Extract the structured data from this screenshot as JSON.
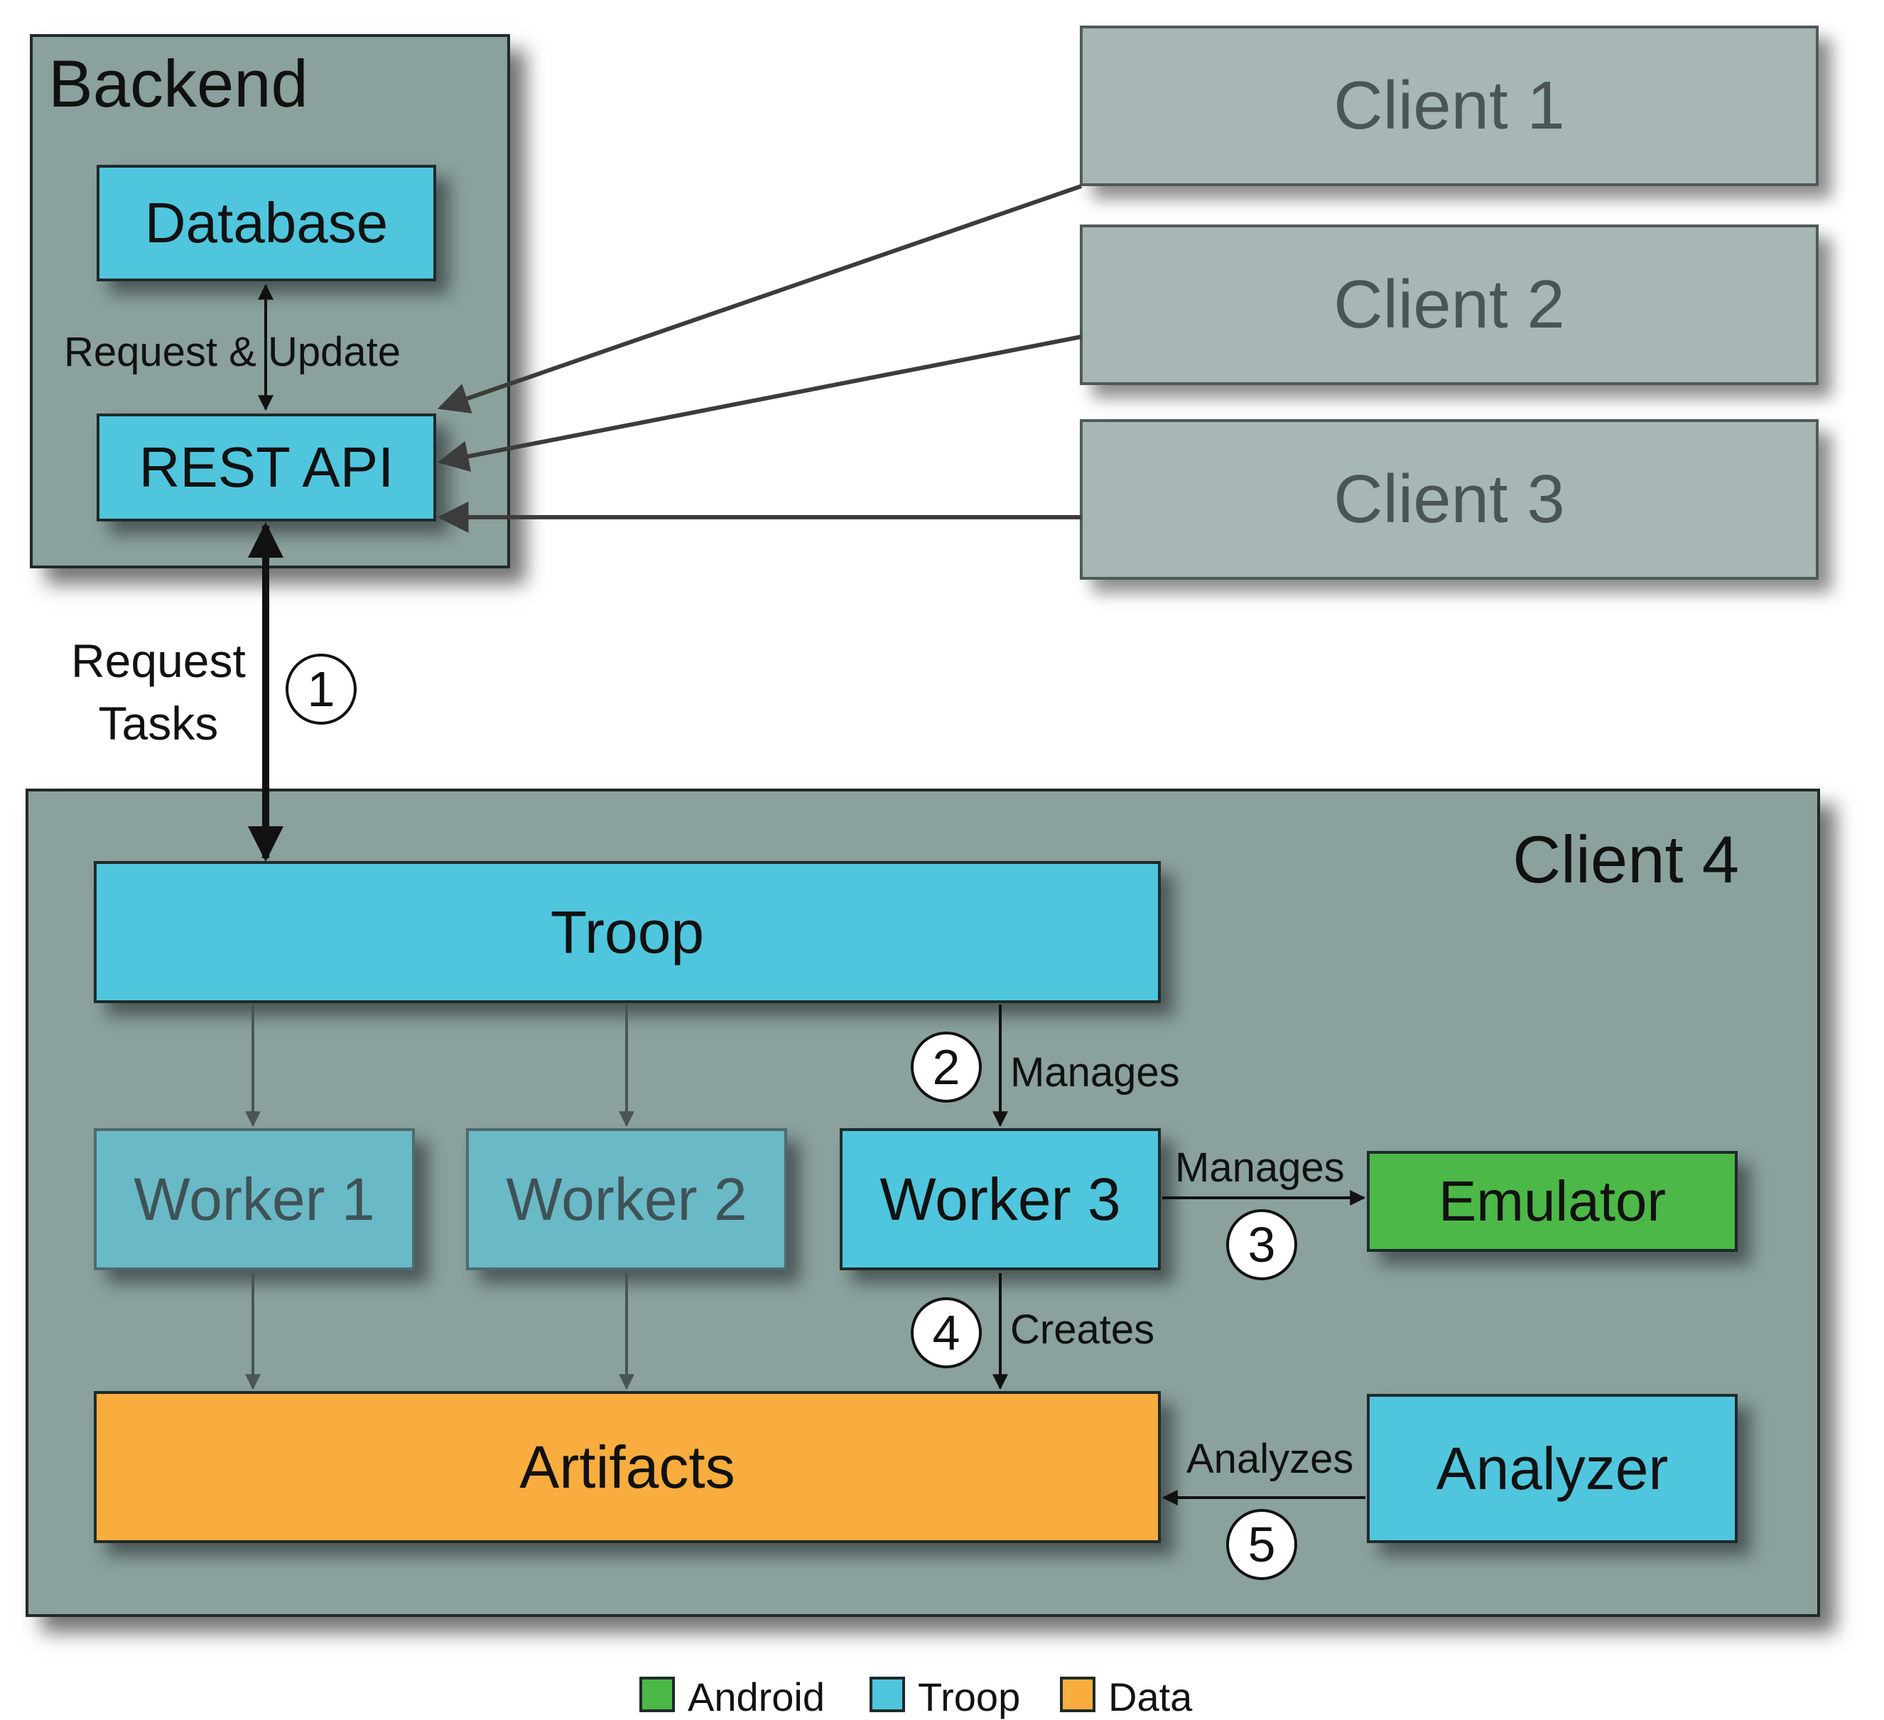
{
  "backend": {
    "title": "Backend",
    "database": "Database",
    "rest_api": "REST API",
    "request_update_label": "Request & Update"
  },
  "clients": [
    "Client 1",
    "Client 2",
    "Client 3"
  ],
  "request_tasks": {
    "line1": "Request",
    "line2": "Tasks",
    "step": "1"
  },
  "client4": {
    "title": "Client 4",
    "troop": "Troop",
    "workers": [
      "Worker 1",
      "Worker 2",
      "Worker 3"
    ],
    "emulator": "Emulator",
    "artifacts": "Artifacts",
    "analyzer": "Analyzer",
    "edges": {
      "troop_worker": {
        "label": "Manages",
        "step": "2"
      },
      "worker_emulator": {
        "label": "Manages",
        "step": "3"
      },
      "worker_artifacts": {
        "label": "Creates",
        "step": "4"
      },
      "analyzer_artifacts": {
        "label": "Analyzes",
        "step": "5"
      }
    }
  },
  "legend": [
    {
      "label": "Android",
      "color": "#4cb847"
    },
    {
      "label": "Troop",
      "color": "#4fc6dd"
    },
    {
      "label": "Data",
      "color": "#f8ad3e"
    }
  ],
  "colors": {
    "panel": "#8aa19e",
    "client_box": "#a6b7b6",
    "troop": "#4fc6dd",
    "android": "#4cb847",
    "data": "#f8ad3e"
  }
}
